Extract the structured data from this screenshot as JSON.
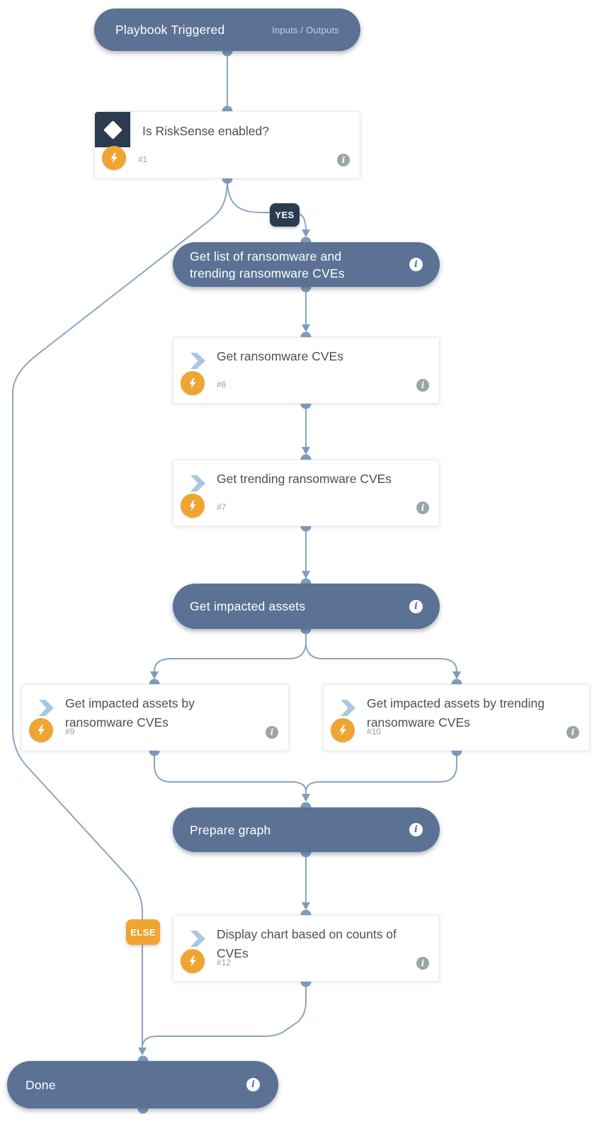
{
  "colors": {
    "pill_background": "#5b7294",
    "navy": "#2b3c4e",
    "orange": "#f0a432",
    "wire": "#8aa5c3",
    "dot": "#7e9cbe",
    "card_title": "#4d4f52",
    "step_text": "#9aa0a4",
    "chevron": "#a9c6e2",
    "info_gray": "#9aa5a9"
  },
  "icons": {
    "info": "i"
  },
  "badges": {
    "yes": "YES",
    "else": "ELSE"
  },
  "nodes": {
    "trigger": {
      "title": "Playbook Triggered",
      "io_label": "Inputs / Outputs"
    },
    "decision": {
      "title": "Is RiskSense enabled?",
      "step": "#1"
    },
    "get_list": {
      "title": "Get list of ransomware and trending ransomware CVEs"
    },
    "get_ransomware_cves": {
      "title": "Get ransomware CVEs",
      "step": "#6"
    },
    "get_trending_cves": {
      "title": "Get trending ransomware CVEs",
      "step": "#7"
    },
    "get_impacted_assets": {
      "title": "Get impacted assets"
    },
    "impacted_by_ransomware": {
      "title": "Get impacted assets by ransomware CVEs",
      "step": "#9"
    },
    "impacted_by_trending": {
      "title": "Get impacted assets by trending ransomware CVEs",
      "step": "#10"
    },
    "prepare_graph": {
      "title": "Prepare graph"
    },
    "display_chart": {
      "title": "Display chart based on counts of CVEs",
      "step": "#12"
    },
    "done": {
      "title": "Done"
    }
  }
}
